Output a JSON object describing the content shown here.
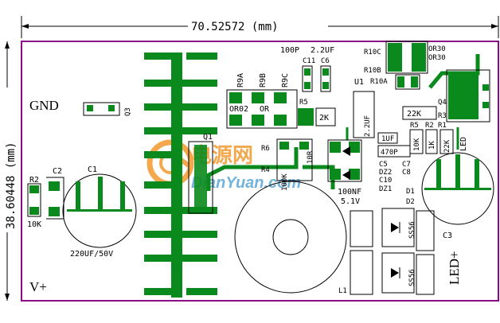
{
  "dimensions": {
    "width_label": "70.52572 (mm)",
    "height_label": "38.60448 (mm)"
  },
  "board_text": {
    "gnd": "GND",
    "vplus": "V+",
    "led_plus": "LED+",
    "led": "LED"
  },
  "components": {
    "q1": "Q1",
    "q3": "Q3",
    "q4": "Q4",
    "c1": "C1",
    "c1_value": "220UF/50V",
    "c2": "C2",
    "c3": "C3",
    "c5": "C5",
    "c6": "C6",
    "c7": "C7",
    "c8": "C8",
    "c10": "C10",
    "c11": "C11",
    "c11_value": "100P",
    "c6_value": "2.2UF",
    "u1": "U1",
    "u1_cap": "2.2UF",
    "r2_left": "R2",
    "r2_left_value": "10K",
    "r9a": "R9A",
    "r9b": "R9B",
    "r9c": "R9C",
    "r_0r02": "OR02",
    "r_0r": "OR",
    "r5_mid": "R5",
    "r5_mid_value": "2K",
    "r6": "R6",
    "r4": "R4",
    "r_10r": "10R",
    "r_100k": "100K",
    "r10c": "R10C",
    "r10b": "R10B",
    "r10a": "R10A",
    "r_0r30_a": "OR30",
    "r_0r30_b": "OR30",
    "r3": "R3",
    "r1": "R1",
    "r5_right": "R5",
    "r2_right": "R2",
    "val_22k_a": "22K",
    "val_22k_b": "22K",
    "val_10k": "10K",
    "val_1k": "1K",
    "val_1uf": "1UF",
    "val_470p": "470P",
    "dz2": "DZ2",
    "dz1": "DZ1",
    "val_100nf": "100NF",
    "val_5v1": "5.1V",
    "d1": "D1",
    "d2": "D2",
    "ss56_a": "SS56",
    "ss56_b": "SS56",
    "l1": "L1"
  },
  "watermark": {
    "cn": "电源网",
    "en": "DianYuan.com"
  },
  "colors": {
    "border": "#8a0a8a",
    "copper": "#0a8a1c",
    "watermark_orange": "#f29a2e",
    "watermark_blue": "#5aa7d6"
  }
}
